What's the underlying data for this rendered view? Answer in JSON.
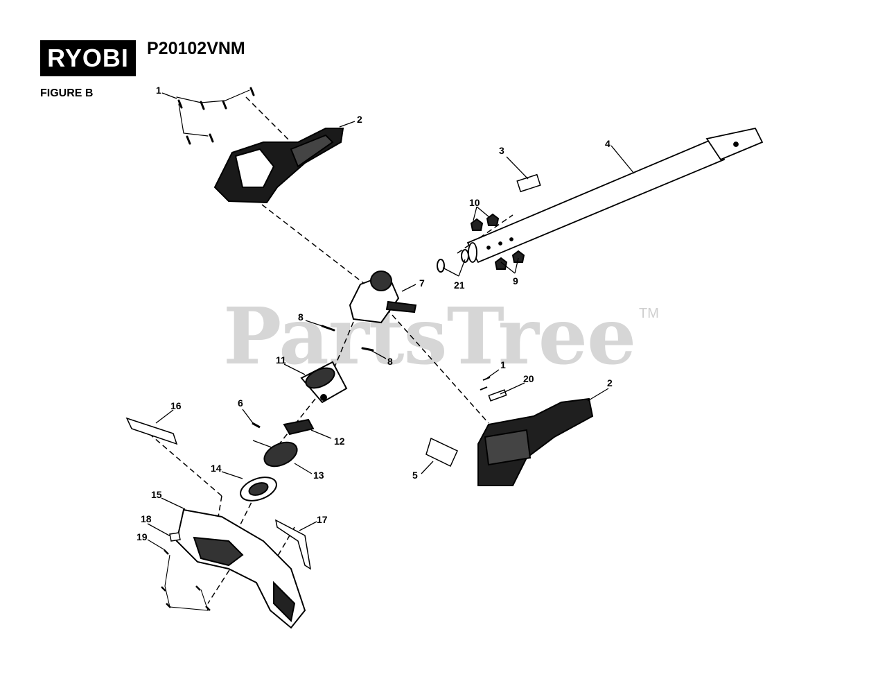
{
  "header": {
    "brand": "RYOBI",
    "model": "P20102VNM",
    "figure": "FIGURE B"
  },
  "watermark": {
    "text": "PartsTree",
    "trademark": "TM"
  },
  "callouts": [
    {
      "id": "c1a",
      "label": "1"
    },
    {
      "id": "c2a",
      "label": "2"
    },
    {
      "id": "c3",
      "label": "3"
    },
    {
      "id": "c4",
      "label": "4"
    },
    {
      "id": "c10",
      "label": "10"
    },
    {
      "id": "c21",
      "label": "21"
    },
    {
      "id": "c9",
      "label": "9"
    },
    {
      "id": "c7",
      "label": "7"
    },
    {
      "id": "c8a",
      "label": "8"
    },
    {
      "id": "c8b",
      "label": "8"
    },
    {
      "id": "c11",
      "label": "11"
    },
    {
      "id": "c1b",
      "label": "1"
    },
    {
      "id": "c20",
      "label": "20"
    },
    {
      "id": "c2b",
      "label": "2"
    },
    {
      "id": "c16",
      "label": "16"
    },
    {
      "id": "c6",
      "label": "6"
    },
    {
      "id": "c12",
      "label": "12"
    },
    {
      "id": "c13",
      "label": "13"
    },
    {
      "id": "c14",
      "label": "14"
    },
    {
      "id": "c5",
      "label": "5"
    },
    {
      "id": "c15",
      "label": "15"
    },
    {
      "id": "c17",
      "label": "17"
    },
    {
      "id": "c18",
      "label": "18"
    },
    {
      "id": "c19",
      "label": "19"
    }
  ]
}
